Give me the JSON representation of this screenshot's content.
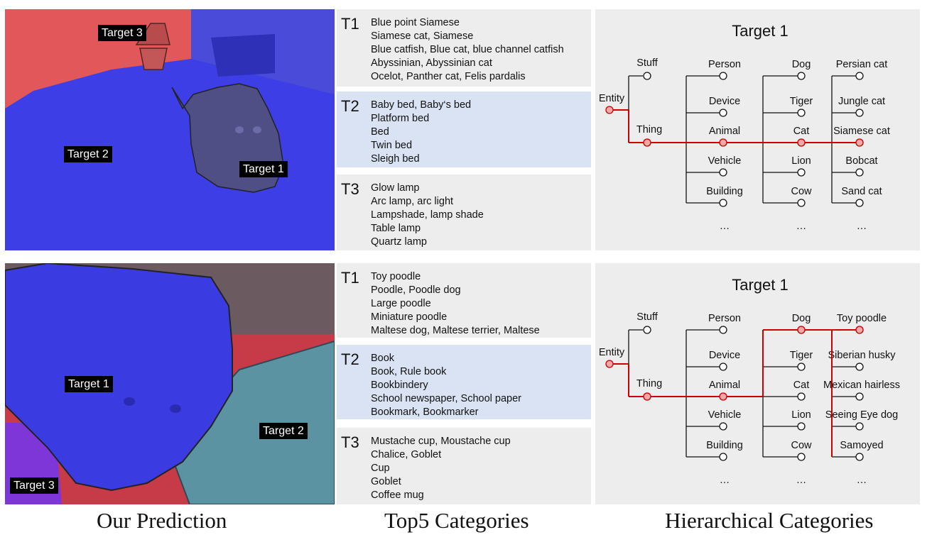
{
  "rows": [
    {
      "targets": {
        "t1": "Target 1",
        "t2": "Target 2",
        "t3": "Target 3"
      },
      "groups": [
        {
          "key": "T1",
          "items": [
            "Blue point Siamese",
            "Siamese cat, Siamese",
            "Blue catfish, Blue cat, blue channel catfish",
            "Abyssinian, Abyssinian cat",
            "Ocelot, Panther cat, Felis pardalis"
          ]
        },
        {
          "key": "T2",
          "items": [
            "Baby bed, Baby‘s bed",
            "Platform bed",
            "Bed",
            "Twin bed",
            "Sleigh bed"
          ]
        },
        {
          "key": "T3",
          "items": [
            "Glow lamp",
            "Arc lamp, arc light",
            "Lampshade, lamp shade",
            "Table lamp",
            "Quartz lamp"
          ]
        }
      ],
      "tree": {
        "title": "Target 1",
        "root": "Entity",
        "level1": [
          "Stuff",
          "Thing"
        ],
        "level2": [
          "Person",
          "Device",
          "Animal",
          "Vehicle",
          "Building",
          "…"
        ],
        "level3": [
          "Dog",
          "Tiger",
          "Cat",
          "Lion",
          "Cow",
          "…"
        ],
        "level4": [
          "Persian cat",
          "Jungle cat",
          "Siamese cat",
          "Bobcat",
          "Sand cat",
          "…"
        ]
      }
    },
    {
      "targets": {
        "t1": "Target 1",
        "t2": "Target 2",
        "t3": "Target 3"
      },
      "groups": [
        {
          "key": "T1",
          "items": [
            "Toy poodle",
            "Poodle, Poodle dog",
            "Large poodle",
            "Miniature poodle",
            "Maltese dog, Maltese terrier, Maltese"
          ]
        },
        {
          "key": "T2",
          "items": [
            "Book",
            "Book, Rule book",
            "Bookbindery",
            "School newspaper, School paper",
            "Bookmark, Bookmarker"
          ]
        },
        {
          "key": "T3",
          "items": [
            "Mustache cup, Moustache cup",
            "Chalice, Goblet",
            "Cup",
            "Goblet",
            "Coffee mug"
          ]
        }
      ],
      "tree": {
        "title": "Target 1",
        "root": "Entity",
        "level1": [
          "Stuff",
          "Thing"
        ],
        "level2": [
          "Person",
          "Device",
          "Animal",
          "Vehicle",
          "Building",
          "…"
        ],
        "level3": [
          "Dog",
          "Tiger",
          "Cat",
          "Lion",
          "Cow",
          "…"
        ],
        "level4": [
          "Toy poodle",
          "Siberian husky",
          "Mexican hairless",
          "Seeing Eye dog",
          "Samoyed",
          "…"
        ]
      }
    }
  ],
  "captions": {
    "prediction": "Our Prediction",
    "top5": "Top5 Categories",
    "hierarchical": "Hierarchical Categories"
  },
  "colors": {
    "highlight_path": "#cc0000",
    "node_highlight_fill": "#f4a7a7",
    "tree_panel_bg": "#ededed",
    "t2_panel_bg": "#dae3f3",
    "mask_blue": "#3b3ee0",
    "mask_red": "#e0474a"
  }
}
